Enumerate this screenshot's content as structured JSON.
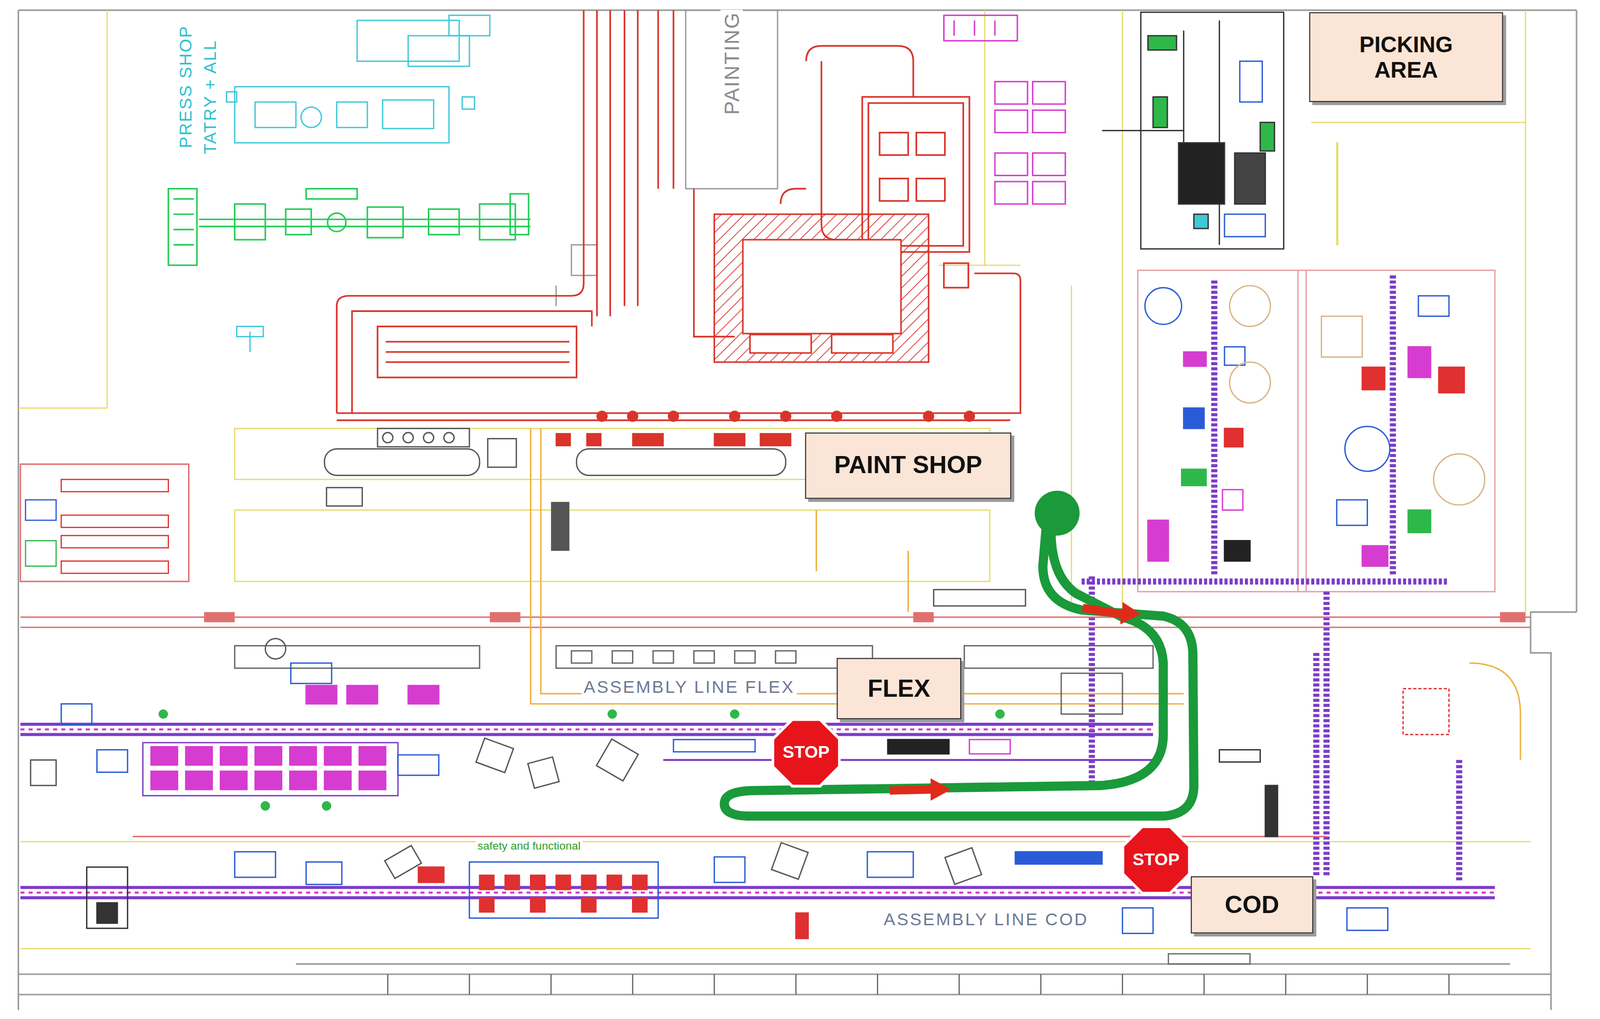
{
  "diagram": {
    "nodes": [
      {
        "text": [
          "PICKING AREA"
        ]
      },
      {
        "text": [
          "PAINT SHOP"
        ]
      },
      {
        "text": [
          "FLEX"
        ]
      },
      {
        "text": [
          "STOP"
        ]
      },
      {
        "text": [
          "STOP"
        ]
      },
      {
        "text": [
          "COD"
        ]
      }
    ],
    "labels": [
      "PRESS SHOP",
      "TATRY + ALL",
      "PAINTING",
      "ASSEMBLY LINE FLEX",
      "safety and functional",
      "ASSEMBLY LINE COD"
    ]
  }
}
